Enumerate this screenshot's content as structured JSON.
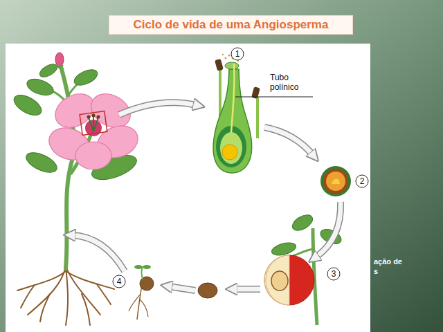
{
  "diagram": {
    "title": "Ciclo de vida de uma Angiosperma",
    "nodes": [
      {
        "text": [
          "1"
        ]
      },
      {
        "text": [
          "2"
        ]
      },
      {
        "text": [
          "3"
        ]
      },
      {
        "text": [
          "4"
        ]
      }
    ],
    "labels": [
      "Tubo polínico",
      "ação de",
      "s"
    ]
  }
}
